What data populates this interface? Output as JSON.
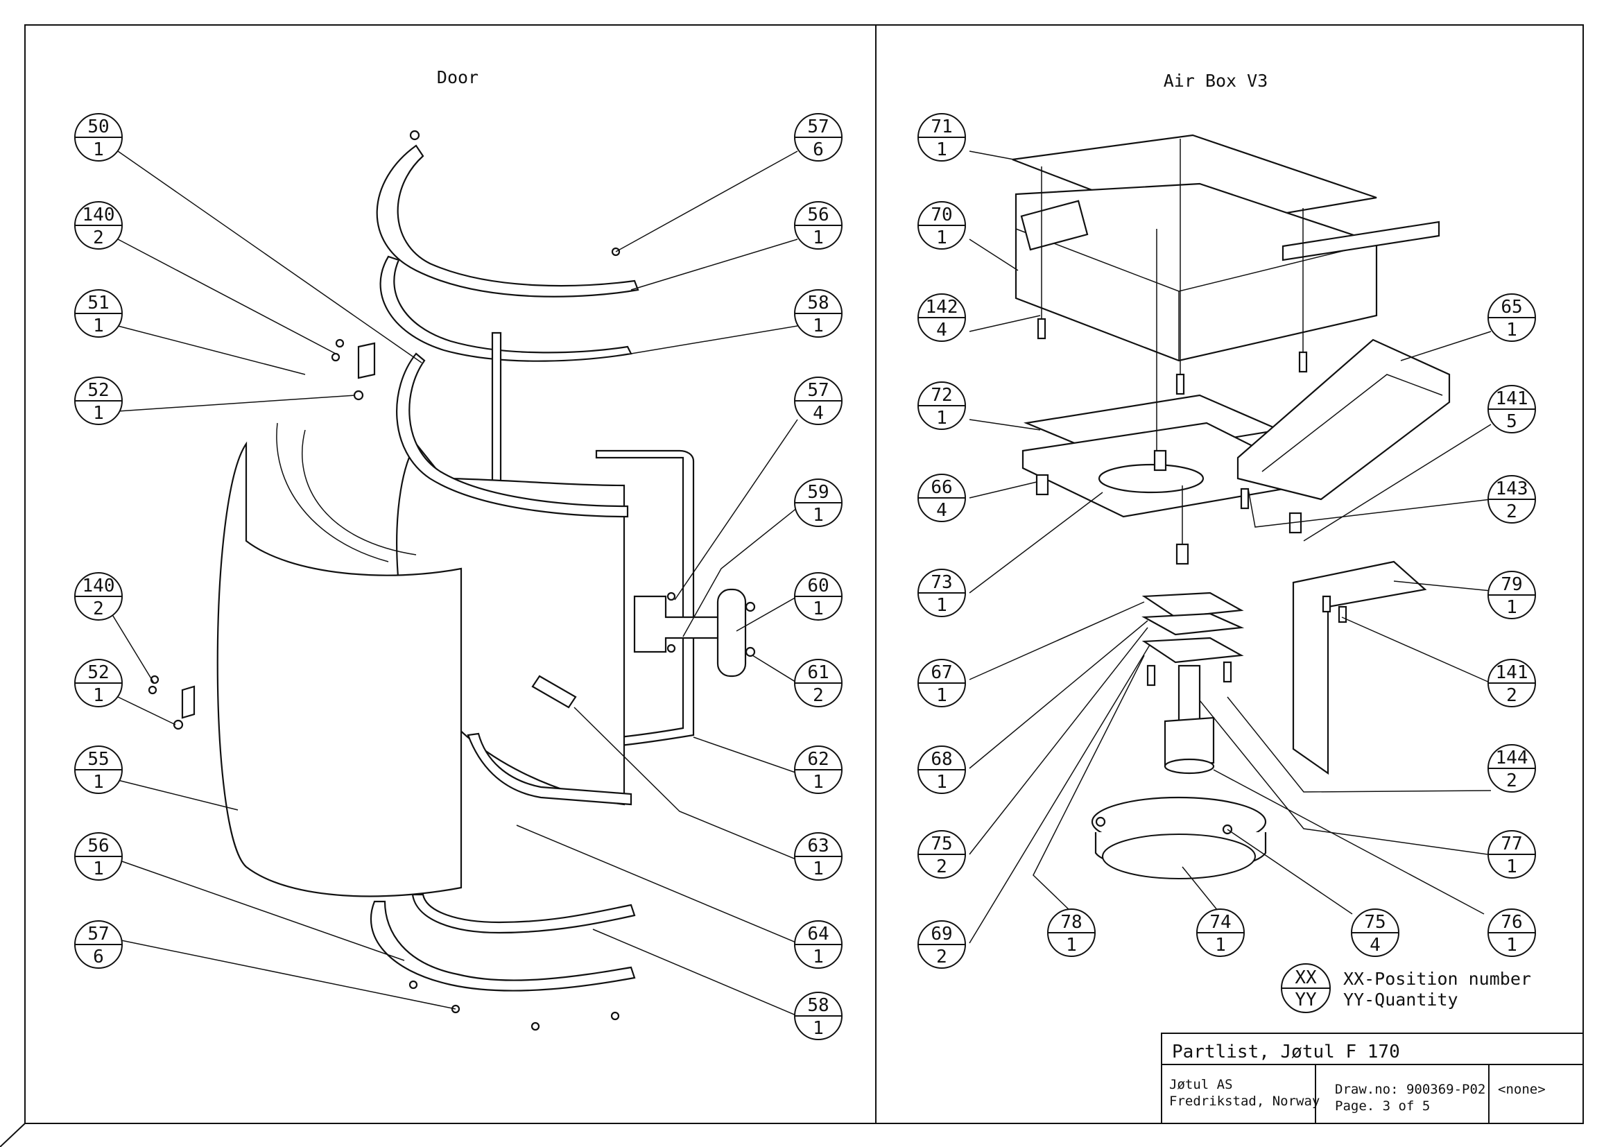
{
  "titles": {
    "door": "Door",
    "airbox": "Air Box V3"
  },
  "balloons": {
    "b01": {
      "num": "50",
      "qty": "1"
    },
    "b02": {
      "num": "140",
      "qty": "2"
    },
    "b03": {
      "num": "51",
      "qty": "1"
    },
    "b04": {
      "num": "52",
      "qty": "1"
    },
    "b05": {
      "num": "140",
      "qty": "2"
    },
    "b06": {
      "num": "52",
      "qty": "1"
    },
    "b07": {
      "num": "55",
      "qty": "1"
    },
    "b08": {
      "num": "56",
      "qty": "1"
    },
    "b09": {
      "num": "57",
      "qty": "6"
    },
    "b10": {
      "num": "57",
      "qty": "6"
    },
    "b11": {
      "num": "56",
      "qty": "1"
    },
    "b12": {
      "num": "58",
      "qty": "1"
    },
    "b13": {
      "num": "57",
      "qty": "4"
    },
    "b14": {
      "num": "59",
      "qty": "1"
    },
    "b15": {
      "num": "60",
      "qty": "1"
    },
    "b16": {
      "num": "61",
      "qty": "2"
    },
    "b17": {
      "num": "62",
      "qty": "1"
    },
    "b18": {
      "num": "63",
      "qty": "1"
    },
    "b19": {
      "num": "64",
      "qty": "1"
    },
    "b20": {
      "num": "58",
      "qty": "1"
    },
    "b21": {
      "num": "71",
      "qty": "1"
    },
    "b22": {
      "num": "70",
      "qty": "1"
    },
    "b23": {
      "num": "142",
      "qty": "4"
    },
    "b24": {
      "num": "72",
      "qty": "1"
    },
    "b25": {
      "num": "66",
      "qty": "4"
    },
    "b26": {
      "num": "73",
      "qty": "1"
    },
    "b27": {
      "num": "67",
      "qty": "1"
    },
    "b28": {
      "num": "68",
      "qty": "1"
    },
    "b29": {
      "num": "75",
      "qty": "2"
    },
    "b30": {
      "num": "69",
      "qty": "2"
    },
    "b31": {
      "num": "78",
      "qty": "1"
    },
    "b32": {
      "num": "74",
      "qty": "1"
    },
    "b33": {
      "num": "75",
      "qty": "4"
    },
    "b34": {
      "num": "76",
      "qty": "1"
    },
    "b35": {
      "num": "77",
      "qty": "1"
    },
    "b36": {
      "num": "144",
      "qty": "2"
    },
    "b37": {
      "num": "141",
      "qty": "2"
    },
    "b38": {
      "num": "79",
      "qty": "1"
    },
    "b39": {
      "num": "143",
      "qty": "2"
    },
    "b40": {
      "num": "141",
      "qty": "5"
    },
    "b41": {
      "num": "65",
      "qty": "1"
    }
  },
  "legend": {
    "top": "XX",
    "bottom": "YY",
    "line1": "XX-Position number",
    "line2": "YY-Quantity"
  },
  "title_block": {
    "title": "Partlist, Jøtul F 170",
    "company": "Jøtul AS",
    "location": "Fredrikstad, Norway",
    "draw_no": "Draw.no: 900369-P02",
    "page": "Page. 3 of 5",
    "extra": "<none>"
  }
}
